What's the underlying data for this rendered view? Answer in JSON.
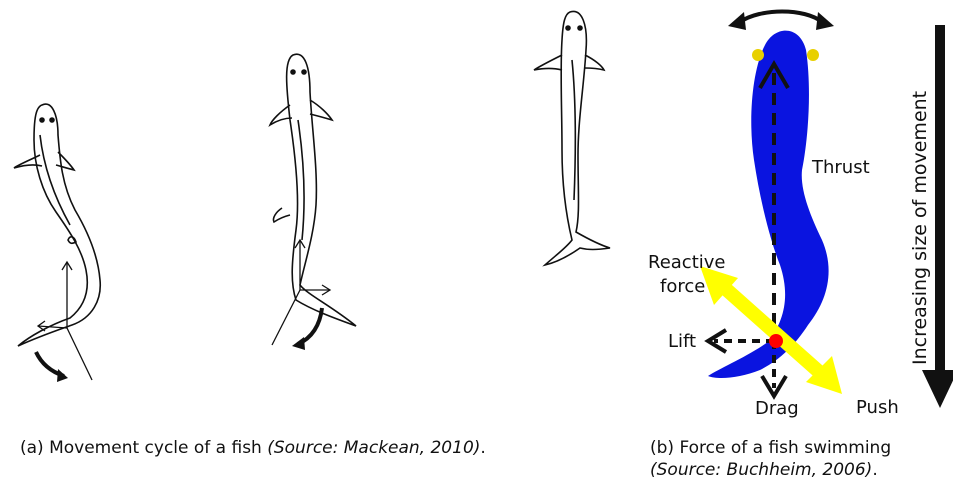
{
  "caption_a": {
    "prefix": "(a) Movement cycle of a fish ",
    "source": "(Source: Mackean, 2010)",
    "suffix": "."
  },
  "caption_b": {
    "prefix": "(b) Force of a fish swimming",
    "source": "(Source: Buchheim, 2006)",
    "suffix": "."
  },
  "force_diagram": {
    "thrust": "Thrust",
    "reactive_line1": "Reactive",
    "reactive_line2": "force",
    "lift": "Lift",
    "drag": "Drag",
    "push": "Push",
    "side_axis": "Increasing size of movement"
  },
  "colors": {
    "fish_body": "#0a14e0",
    "force_arrow": "#ffff00",
    "pivot": "#ff0000",
    "eye": "#e8d000"
  }
}
